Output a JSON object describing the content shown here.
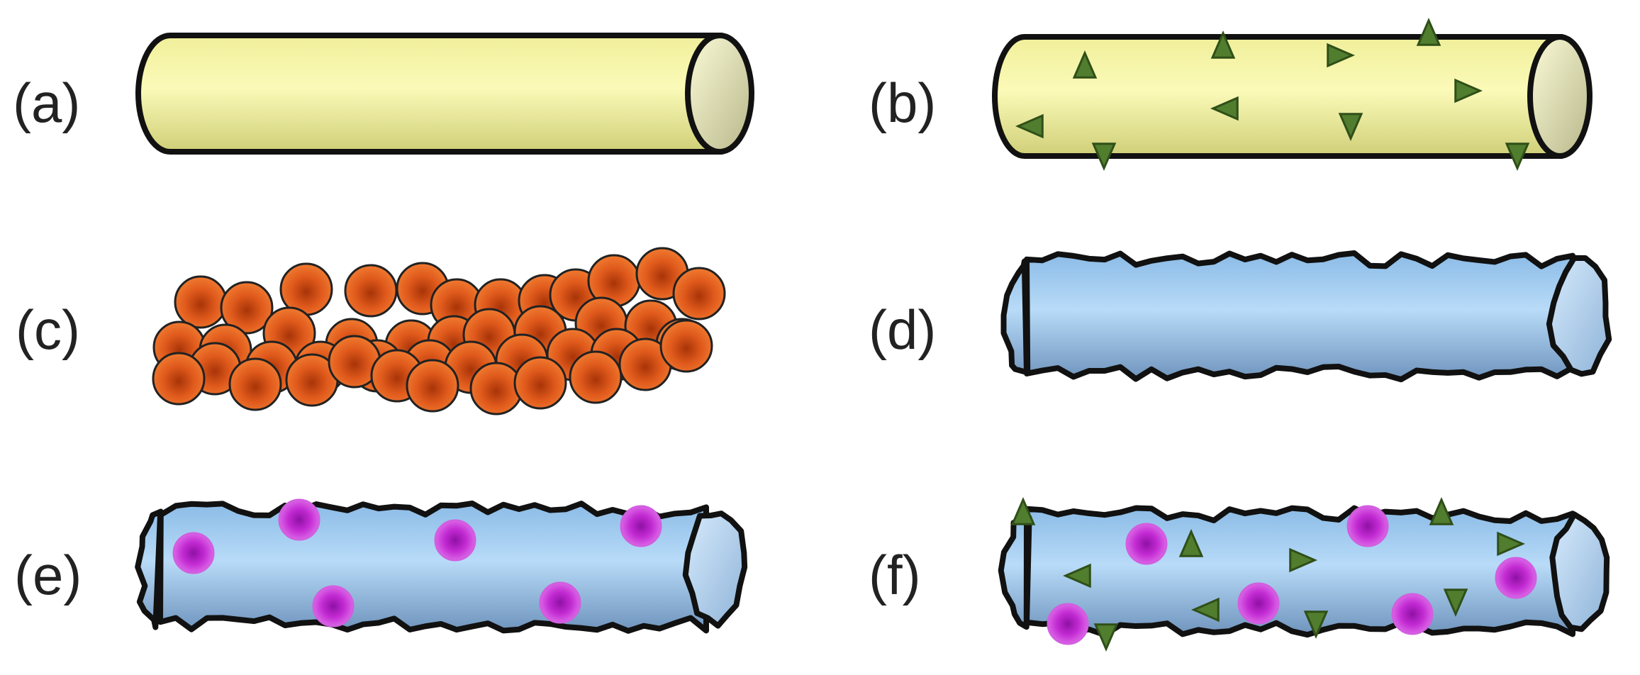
{
  "panels": [
    {
      "id": "a",
      "label": "(a)"
    },
    {
      "id": "b",
      "label": "(b)"
    },
    {
      "id": "c",
      "label": "(c)"
    },
    {
      "id": "d",
      "label": "(d)"
    },
    {
      "id": "e",
      "label": "(e)"
    },
    {
      "id": "f",
      "label": "(f)"
    }
  ],
  "colors": {
    "yellow_tube": "#f4f3a4",
    "blue_tube": "#9ec7ee",
    "sphere": "#e3561c",
    "particle": "#c62ad4",
    "triangle": "#517d2e",
    "outline": "#111111"
  }
}
